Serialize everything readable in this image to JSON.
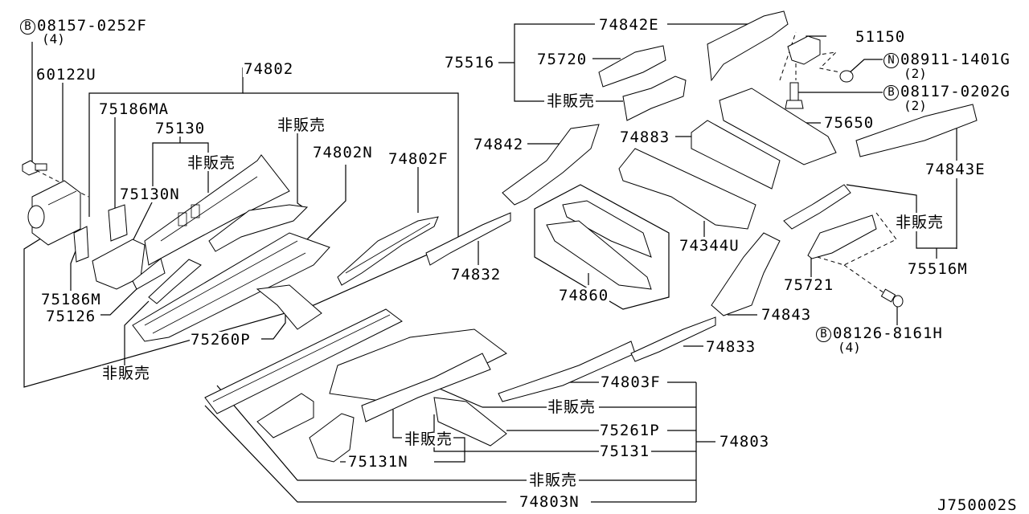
{
  "diagram": {
    "title": "Front floor / side member parts diagram",
    "diagram_code": "J750002S",
    "not_for_sale_label": "非販売",
    "fasteners": [
      {
        "id": "f1",
        "symbol": "B",
        "part_no": "08157-0252F",
        "qty": "(4)"
      },
      {
        "id": "f2",
        "symbol": "N",
        "part_no": "08911-1401G",
        "qty": "(2)"
      },
      {
        "id": "f3",
        "symbol": "B",
        "part_no": "08117-0202G",
        "qty": "(2)"
      },
      {
        "id": "f4",
        "symbol": "B",
        "part_no": "08126-8161H",
        "qty": "(4)"
      }
    ],
    "parts": {
      "p60122U": "60122U",
      "p74802": "74802",
      "p75186MA": "75186MA",
      "p75130": "75130",
      "p75130N": "75130N",
      "p74802N": "74802N",
      "p74802F": "74802F",
      "p75186M": "75186M",
      "p75126": "75126",
      "p75260P": "75260P",
      "p74842E": "74842E",
      "p75516": "75516",
      "p75720": "75720",
      "p51150": "51150",
      "p74842": "74842",
      "p74883": "74883",
      "p75650": "75650",
      "p74843E": "74843E",
      "p74832": "74832",
      "p74860": "74860",
      "p74344U": "74344U",
      "p75516M": "75516M",
      "p75721": "75721",
      "p74843": "74843",
      "p74833": "74833",
      "p74803F": "74803F",
      "p75261P": "75261P",
      "p75131": "75131",
      "p74803": "74803",
      "p75131N": "75131N",
      "p74803N": "74803N"
    }
  }
}
